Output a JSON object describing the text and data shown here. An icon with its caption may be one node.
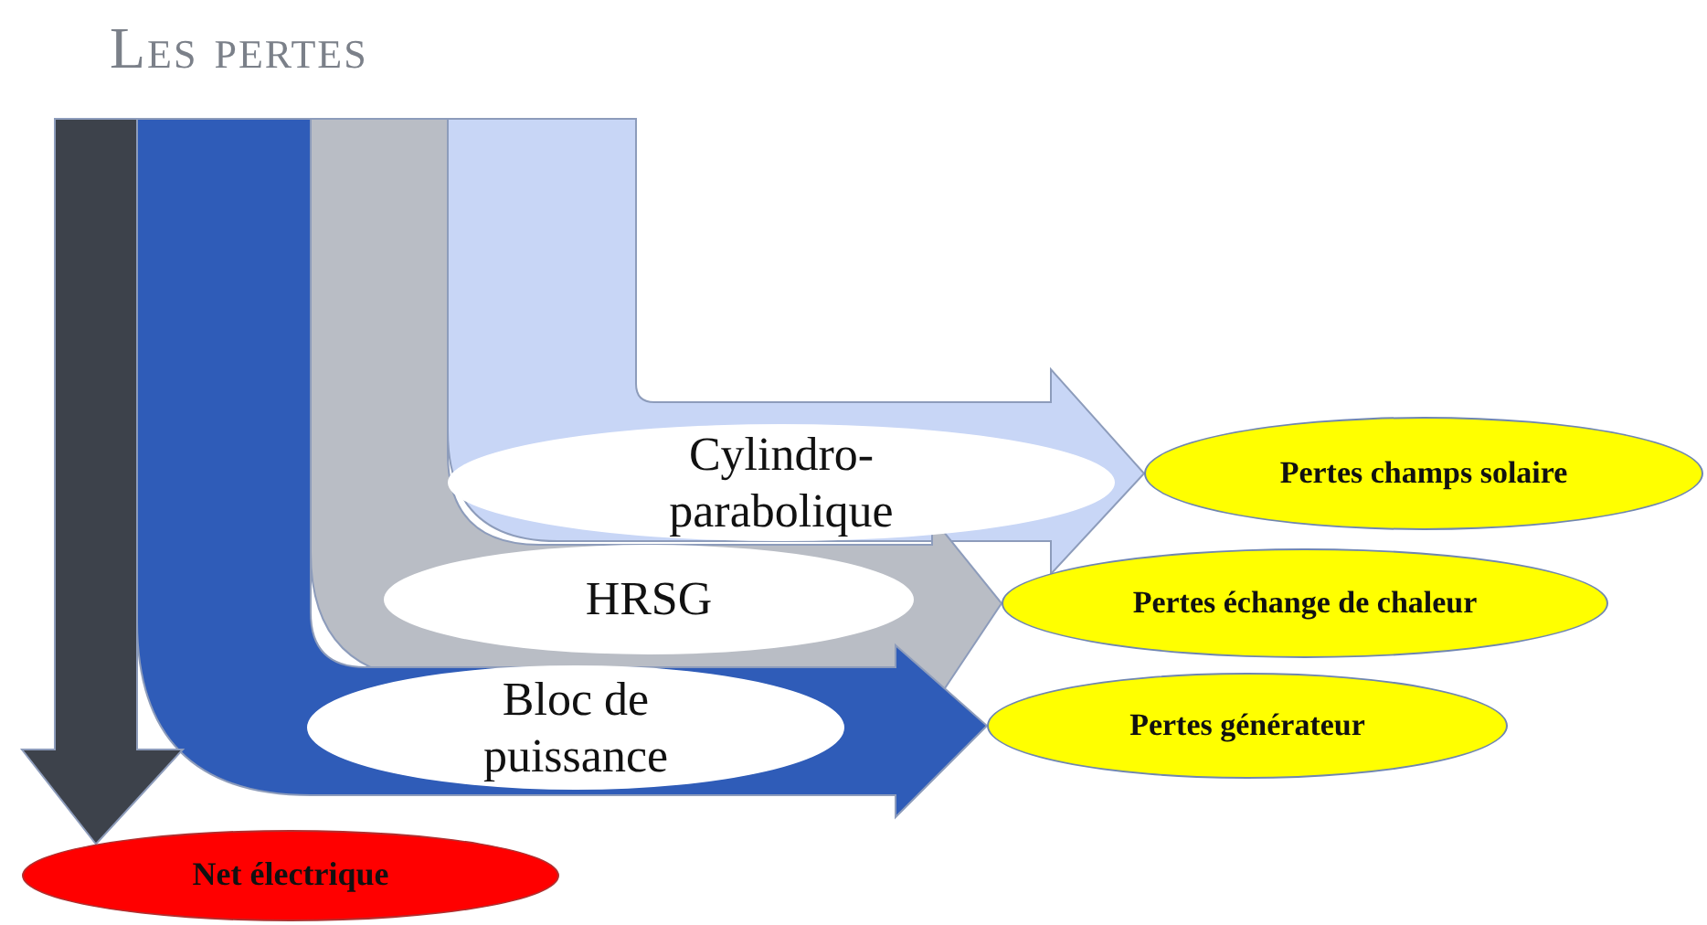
{
  "diagram": {
    "title": "Les pertes",
    "nodes": [
      {
        "text": [
          "Cylindro- parabolique"
        ]
      },
      {
        "text": [
          "Pertes champs solaire"
        ]
      },
      {
        "text": [
          "HRSG"
        ]
      },
      {
        "text": [
          "Pertes échange de chaleur"
        ]
      },
      {
        "text": [
          "Bloc de puissance"
        ]
      },
      {
        "text": [
          "Pertes générateur"
        ]
      },
      {
        "text": [
          "Net électrique"
        ]
      }
    ],
    "edges": [
      {
        "from": 0,
        "to": 1,
        "arrow": "to",
        "style": "thick",
        "color": "#c8d6f6"
      },
      {
        "from": 2,
        "to": 3,
        "arrow": "to",
        "style": "thick",
        "color": "#b9bdc5"
      },
      {
        "from": 4,
        "to": 5,
        "arrow": "to",
        "style": "thick",
        "color": "#2f5cb8"
      },
      {
        "from": null,
        "to": 6,
        "arrow": "to",
        "style": "thick",
        "color": "#3d424b"
      }
    ]
  }
}
